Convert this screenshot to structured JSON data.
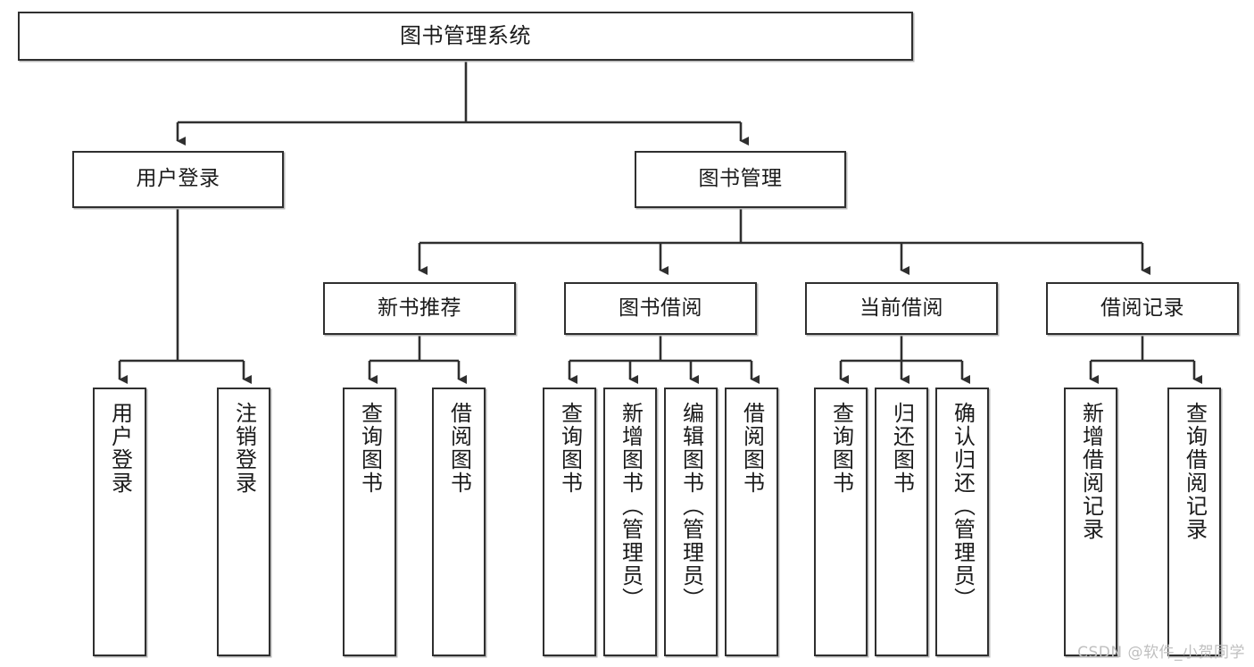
{
  "diagram": {
    "title": "图书管理系统",
    "watermark": "CSDN @软件_小贺同学",
    "colors": {
      "border": "#2f2f2f",
      "fill": "#ffffff",
      "text": "#1b1b1b",
      "connector": "#2f2f2f",
      "shadow": "#b8b8b8",
      "watermark": "#bfbfbf"
    },
    "levels": {
      "root": {
        "label": "图书管理系统"
      },
      "level2": [
        {
          "id": "user-login",
          "label": "用户登录"
        },
        {
          "id": "book-manage",
          "label": "图书管理"
        }
      ],
      "level3": [
        {
          "id": "new-book-recommend",
          "label": "新书推荐"
        },
        {
          "id": "book-borrow",
          "label": "图书借阅"
        },
        {
          "id": "current-borrow",
          "label": "当前借阅"
        },
        {
          "id": "borrow-record",
          "label": "借阅记录"
        }
      ],
      "leaves": {
        "user-login": [
          {
            "id": "leaf-user-login",
            "label": "用户登录"
          },
          {
            "id": "leaf-logout-login",
            "label": "注销登录"
          }
        ],
        "new-book-recommend": [
          {
            "id": "leaf-query-book-1",
            "label": "查询图书"
          },
          {
            "id": "leaf-borrow-book-1",
            "label": "借阅图书"
          }
        ],
        "book-borrow": [
          {
            "id": "leaf-query-book-2",
            "label": "查询图书"
          },
          {
            "id": "leaf-add-book",
            "label": "新增图书（管理员）"
          },
          {
            "id": "leaf-edit-book",
            "label": "编辑图书（管理员）"
          },
          {
            "id": "leaf-borrow-book-2",
            "label": "借阅图书"
          }
        ],
        "current-borrow": [
          {
            "id": "leaf-query-book-3",
            "label": "查询图书"
          },
          {
            "id": "leaf-return-book",
            "label": "归还图书"
          },
          {
            "id": "leaf-confirm-return",
            "label": "确认归还（管理员）"
          }
        ],
        "borrow-record": [
          {
            "id": "leaf-add-record",
            "label": "新增借阅记录"
          },
          {
            "id": "leaf-query-record",
            "label": "查询借阅记录"
          }
        ]
      }
    }
  }
}
